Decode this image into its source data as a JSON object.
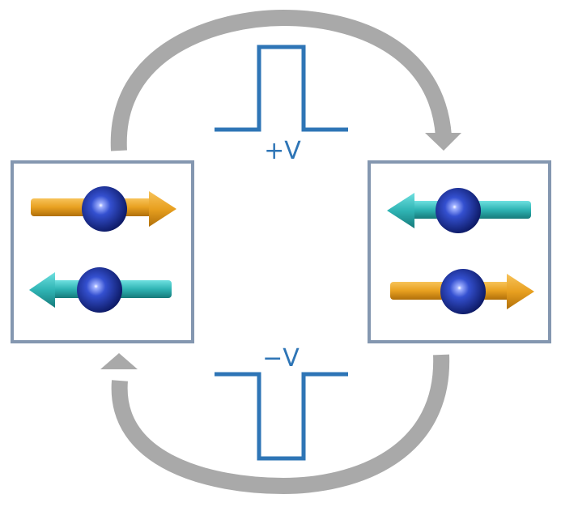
{
  "pulses": {
    "positive": {
      "label": "+V"
    },
    "negative": {
      "label": "−V"
    }
  },
  "colors": {
    "pulse": "#2e75b6",
    "cycle_arrow": "#a9a9a9",
    "box_border": "#8497b0",
    "orange_arrow": "#e8a020",
    "cyan_arrow": "#35b8b8",
    "sphere": "#1f35a0"
  },
  "states": {
    "left": {
      "top_arrow": "right",
      "bottom_arrow": "left"
    },
    "right": {
      "top_arrow": "left",
      "bottom_arrow": "right"
    }
  }
}
